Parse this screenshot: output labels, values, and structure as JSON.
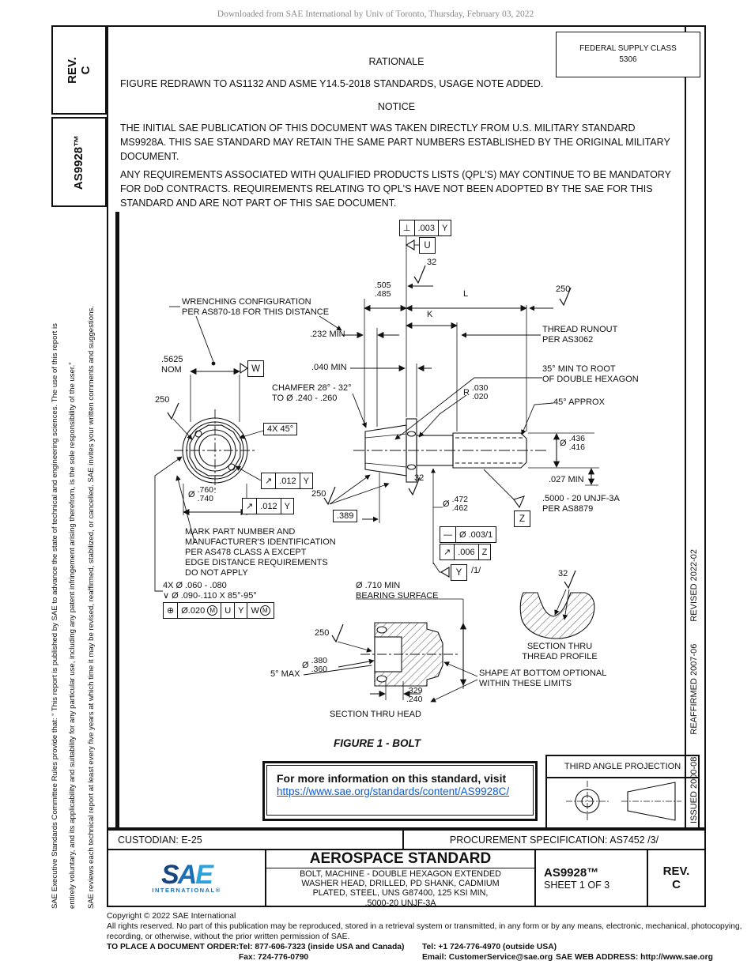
{
  "colors": {
    "link": "#0b5bd3",
    "logo_dark": "#17457e",
    "logo_mid": "#1a6fb5",
    "logo_light": "#2aa3dc",
    "header_gray": "#8a8a8a"
  },
  "header": {
    "download_note": "Downloaded from SAE International by Univ of Toronto, Thursday, February 03, 2022"
  },
  "sidebar": {
    "rev_label": "REV.",
    "rev_value": "C",
    "doc_number": "AS9928™",
    "disclaimer_col1": "SAE Executive Standards Committee Rules provide that: “ This report is published by SAE to advance the state of technical and engineering sciences. The use of this report is",
    "disclaimer_col2": "entirely voluntary, and its applicability and suitability for any particular use, including any patent infringement arising therefrom, is the sole responsibility of the user.”",
    "disclaimer_col3": "SAE reviews each technical report at least every five years at which time it may be revised, reaffirmed, stabilized, or cancelled. SAE invites your written comments and suggestions."
  },
  "revision_strip": {
    "issued": "ISSUED 2000-08",
    "reaffirmed": "REAFFIRMED 2007-06",
    "revised": "REVISED 2022-02"
  },
  "federal_supply": {
    "label": "FEDERAL SUPPLY CLASS",
    "value": "5306"
  },
  "rationale": {
    "heading": "RATIONALE",
    "body": "FIGURE REDRAWN TO AS1132 AND ASME Y14.5-2018 STANDARDS, USAGE NOTE ADDED."
  },
  "notice": {
    "heading": "NOTICE",
    "para1": "THE INITIAL SAE PUBLICATION OF THIS DOCUMENT WAS TAKEN DIRECTLY FROM U.S. MILITARY STANDARD MS9928A. THIS SAE STANDARD MAY RETAIN THE SAME PART NUMBERS ESTABLISHED BY THE ORIGINAL MILITARY DOCUMENT.",
    "para2": "ANY REQUIREMENTS ASSOCIATED WITH QUALIFIED PRODUCTS LISTS (QPL'S) MAY CONTINUE TO BE MANDATORY FOR DoD CONTRACTS. REQUIREMENTS RELATING TO QPL'S HAVE NOT BEEN ADOPTED BY THE SAE FOR THIS STANDARD AND ARE NOT PART OF THIS SAE DOCUMENT."
  },
  "drawing": {
    "wrench1": "WRENCHING CONFIGURATION",
    "wrench2": "PER AS870-18 FOR THIS DISTANCE",
    "fcf_perp": {
      "sym": "⊥",
      "tol": ".003",
      "datum": "Y"
    },
    "datum_u": "U",
    "datum_w": "W",
    "datum_y": "Y",
    "datum_z": "Z",
    "f32": "32",
    "f250": "250",
    "d505": ".505",
    "d485": ".485",
    "dimL": "L",
    "dimK": "K",
    "runout1": "THREAD RUNOUT",
    "runout2": "PER AS3062",
    "min232": ".232 MIN",
    "min040": ".040 MIN",
    "nom1": ".5625",
    "nom2": "NOM",
    "cham1": "CHAMFER 28° - 32°",
    "cham2": "TO Ø .240 - .260",
    "hex1": "35° MIN TO ROOT",
    "hex2": "OF DOUBLE HEXAGON",
    "rsym": "R",
    "r030": ".030",
    "r020": ".020",
    "approx45": "45° APPROX",
    "x45": "4X 45°",
    "dia": "Ø",
    "d436": ".436",
    "d416": ".416",
    "min027": ".027 MIN",
    "thr1": ".5000 - 20 UNJF-3A",
    "thr2": "PER AS8879",
    "d472": ".472",
    "d462": ".462",
    "fcf_r1": {
      "sym": "↗",
      "tol": ".012",
      "datum": "Y"
    },
    "fcf_r2": {
      "sym": "↗",
      "tol": ".012",
      "datum": "Y"
    },
    "d760": ".760",
    "d740": ".740",
    "b389": ".389",
    "mark1": "MARK PART NUMBER AND",
    "mark2": "MANUFACTURER'S IDENTIFICATION",
    "mark3": "PER AS478 CLASS A EXCEPT",
    "mark4": "EDGE DISTANCE REQUIREMENTS",
    "mark5": "DO NOT APPLY",
    "fcf_st": {
      "sym": "—",
      "tol": "Ø .003/1"
    },
    "fcf_r3": {
      "sym": "↗",
      "tol": ".006",
      "datum": "Z"
    },
    "ynote": "/1/",
    "holes1": "4X Ø .060 - .080",
    "holes2sym": "∨",
    "holes2": "Ø .090-.110 X 85°-95°",
    "fcf_pos": {
      "sym": "⊕",
      "tol": "Ø.020",
      "mod": "M",
      "d1": "U",
      "d2": "Y",
      "d3": "W",
      "d3mod": "M"
    },
    "bear1": "Ø .710 MIN",
    "bear2": "BEARING SURFACE",
    "d380": ".380",
    "d360": ".360",
    "max5": "5° MAX",
    "d329": ".329",
    "d240": ".240",
    "sechead": "SECTION THRU HEAD",
    "secthr1": "SECTION THRU",
    "secthr2": "THREAD PROFILE",
    "shape1": "SHAPE AT BOTTOM OPTIONAL",
    "shape2": "WITHIN THESE LIMITS",
    "caption": "FIGURE 1 - BOLT"
  },
  "info_box": {
    "line1": "For more information on this standard, visit",
    "link": "https://www.sae.org/standards/content/AS9928C/"
  },
  "projection": {
    "title": "THIRD ANGLE PROJECTION"
  },
  "plate": {
    "custodian": "CUSTODIAN: E-25",
    "procurement": "PROCUREMENT SPECIFICATION: AS7452 /3/",
    "logo_s": "S",
    "logo_a": "A",
    "logo_e": "E",
    "logo_sub": "INTERNATIONAL®",
    "heading": "AEROSPACE STANDARD",
    "desc1": "BOLT, MACHINE - DOUBLE HEXAGON EXTENDED",
    "desc2": "WASHER HEAD, DRILLED, PD SHANK, CADMIUM",
    "desc3": "PLATED, STEEL, UNS G87400, 125 KSI MIN,",
    "desc4": ".5000-20 UNJF-3A",
    "doc_number": "AS9928™",
    "sheet": "SHEET 1 OF 3",
    "rev_label": "REV.",
    "rev_value": "C"
  },
  "footer": {
    "line1": "Copyright © 2022 SAE International",
    "line2": "All rights reserved. No part of this publication may be reproduced, stored in a retrieval system or transmitted, in any form or by any means, electronic, mechanical, photocopying,",
    "line3": "recording, or otherwise, without the prior written permission of SAE.",
    "order_label": "TO PLACE A DOCUMENT ORDER:",
    "tel1": "Tel: 877-606-7323 (inside USA and Canada)",
    "tel2": "Tel: +1 724-776-4970 (outside USA)",
    "fax": "Fax: 724-776-0790",
    "email": "Email: CustomerService@sae.org",
    "web": "SAE WEB ADDRESS: http://www.sae.org"
  }
}
